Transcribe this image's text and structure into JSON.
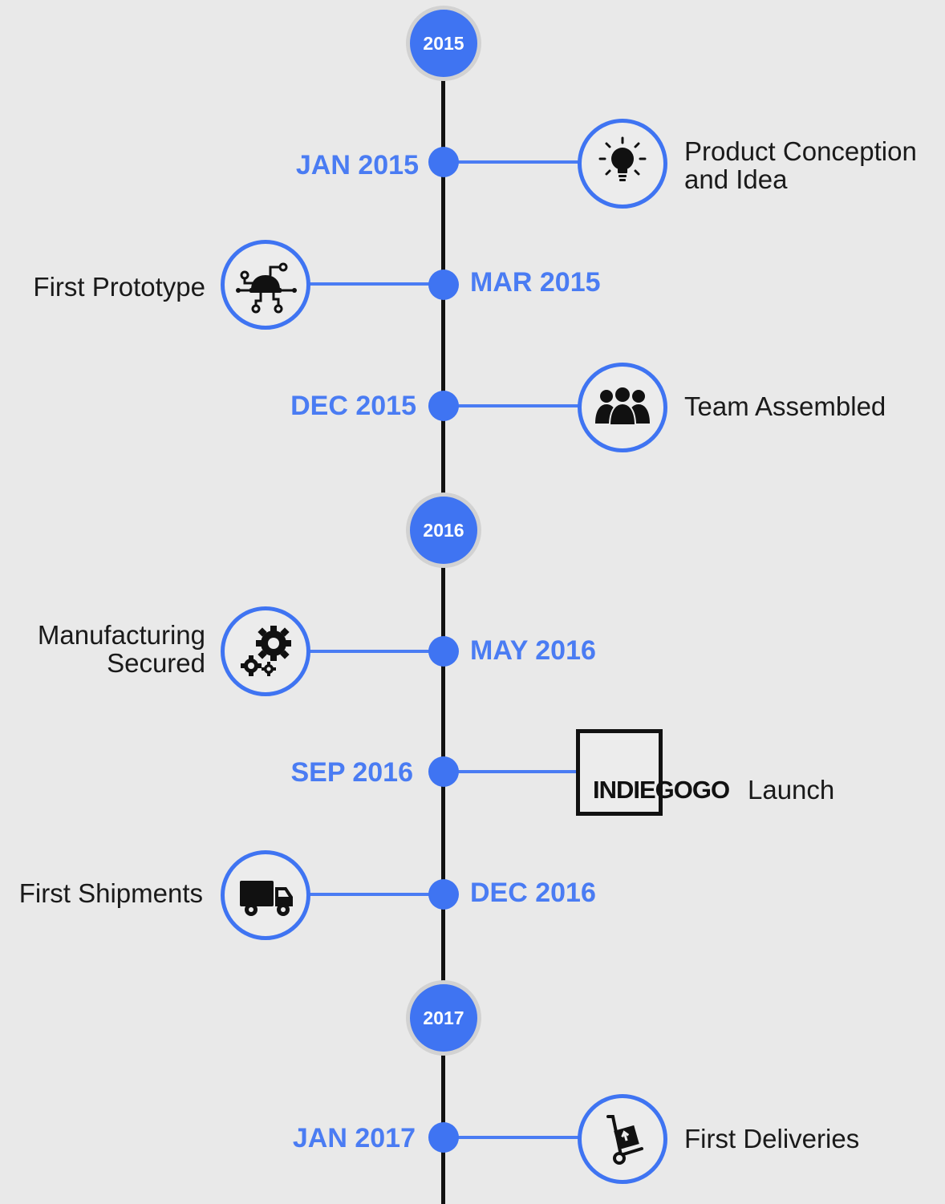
{
  "colors": {
    "accent": "#3f74f2",
    "connector": "#4a7cf3",
    "spine": "#111111",
    "background": "#e9e9e9",
    "badge_border": "#d2d2d2"
  },
  "years": [
    "2015",
    "2016",
    "2017"
  ],
  "events": [
    {
      "date": "JAN 2015",
      "label": "Product Conception\nand Idea",
      "icon": "lightbulb-icon"
    },
    {
      "date": "MAR 2015",
      "label": "First Prototype",
      "icon": "drone-circuit-icon"
    },
    {
      "date": "DEC 2015",
      "label": "Team Assembled",
      "icon": "team-icon"
    },
    {
      "date": "MAY 2016",
      "label": "Manufacturing\nSecured",
      "icon": "gears-icon"
    },
    {
      "date": "SEP 2016",
      "label": "Launch",
      "brand": "INDIEGOGO",
      "icon": "indiegogo-logo"
    },
    {
      "date": "DEC 2016",
      "label": "First Shipments",
      "icon": "truck-icon"
    },
    {
      "date": "JAN 2017",
      "label": "First Deliveries",
      "icon": "hand-truck-icon"
    }
  ]
}
